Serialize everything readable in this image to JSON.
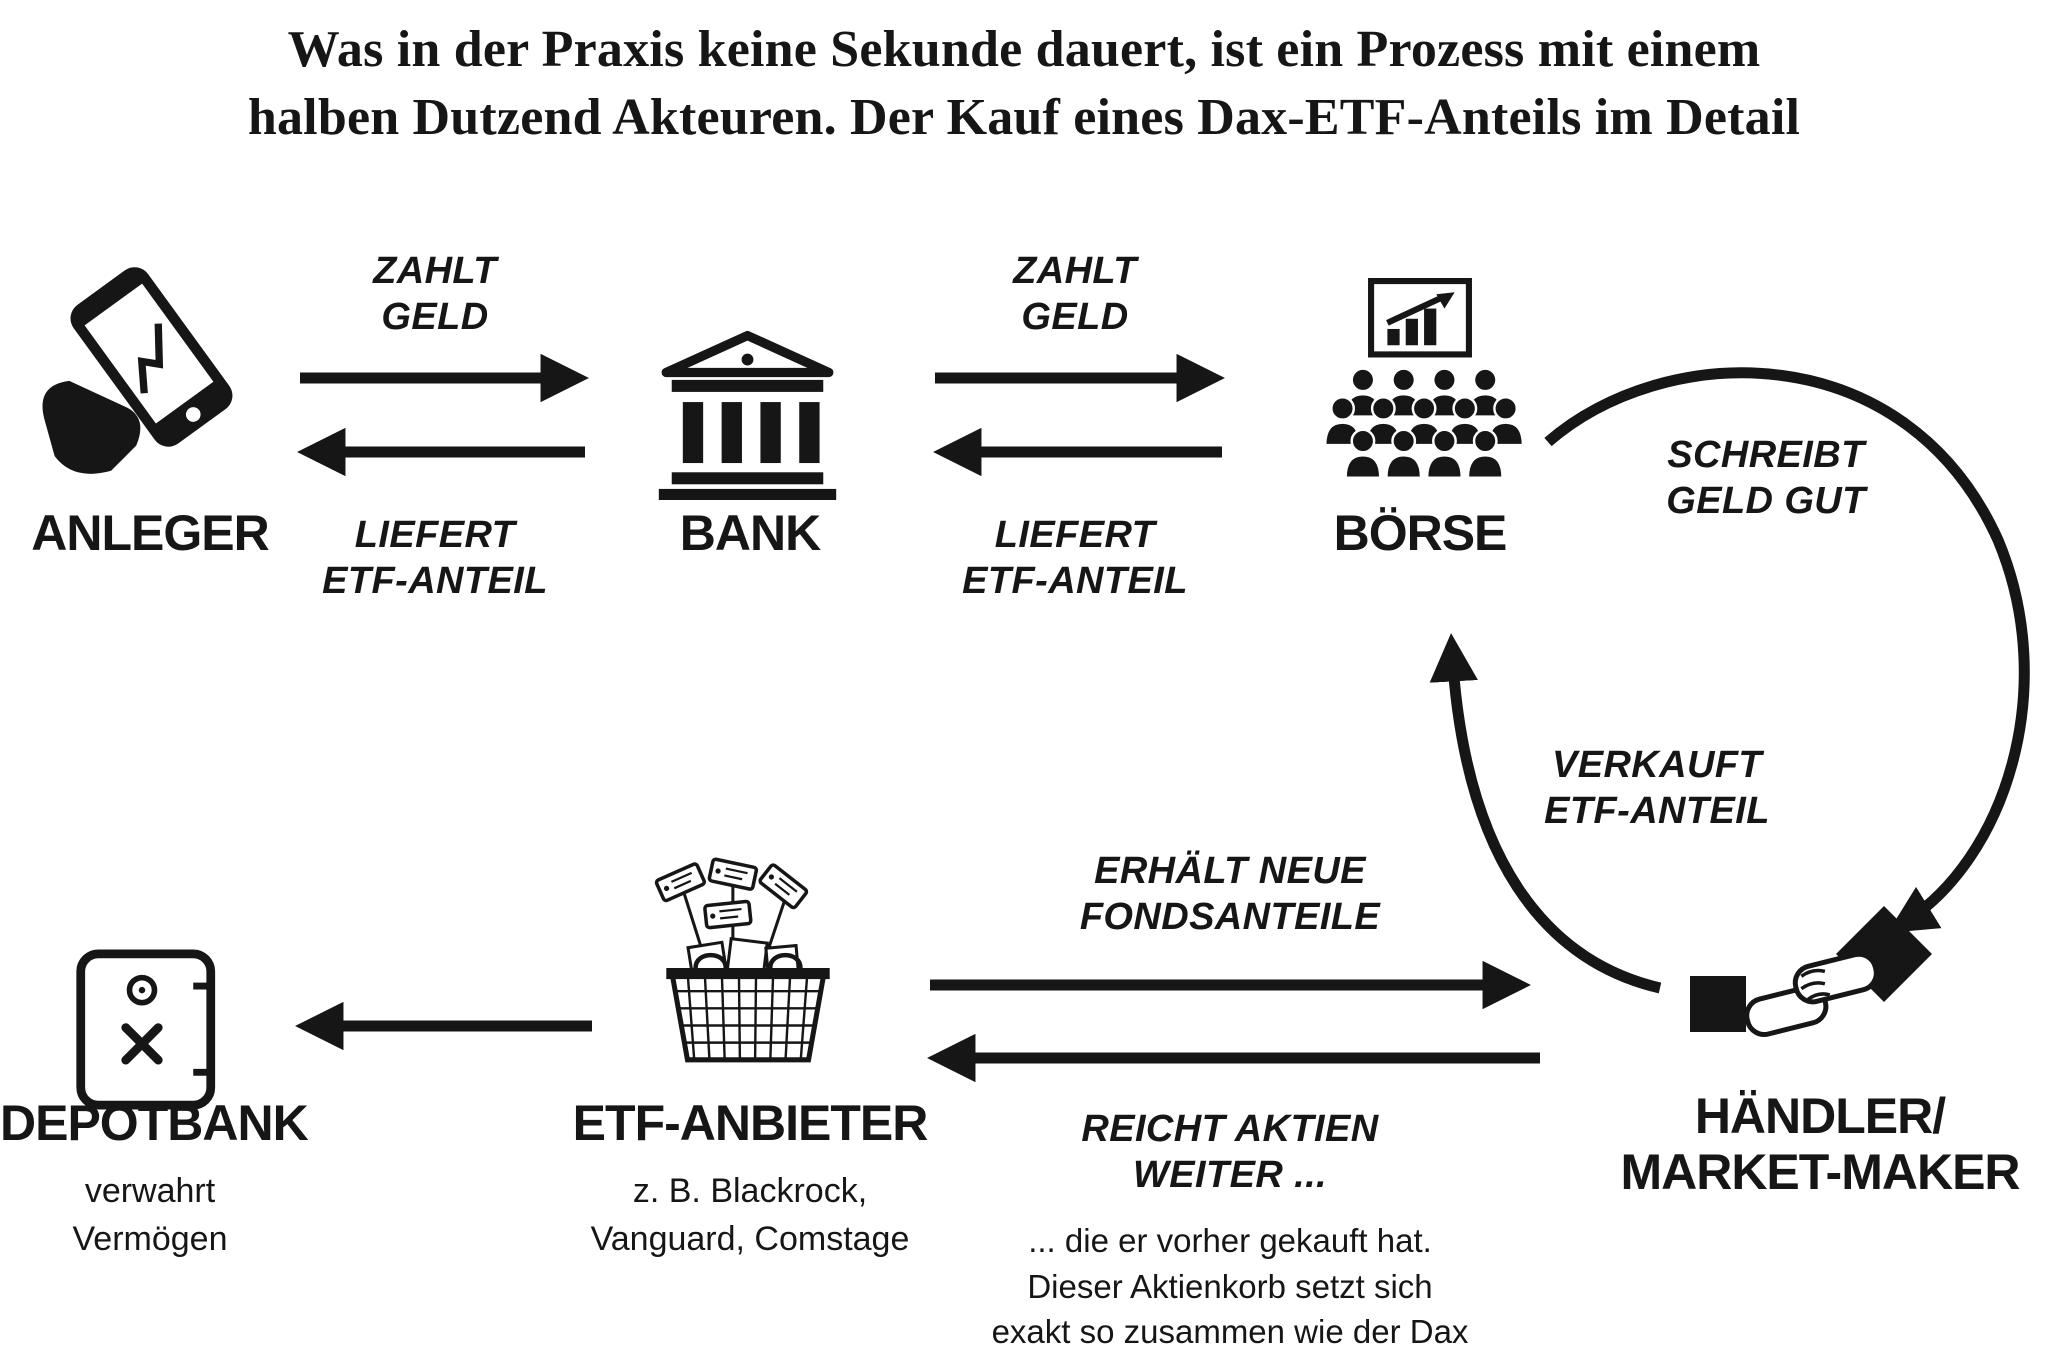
{
  "title": {
    "line1": "Was in der Praxis keine Sekunde dauert, ist ein Prozess mit einem",
    "line2": "halben Dutzend Akteuren. Der Kauf eines Dax-ETF-Anteils im Detail"
  },
  "actors": {
    "anleger": {
      "label": "ANLEGER"
    },
    "bank": {
      "label": "BANK"
    },
    "boerse": {
      "label": "BÖRSE"
    },
    "haendler": {
      "label_line1": "HÄNDLER/",
      "label_line2": "MARKET-MAKER"
    },
    "etf_anbieter": {
      "label": "ETF-ANBIETER",
      "subtitle_line1": "z. B. Blackrock,",
      "subtitle_line2": "Vanguard, Comstage"
    },
    "depotbank": {
      "label": "DEPOTBANK",
      "subtitle_line1": "verwahrt",
      "subtitle_line2": "Vermögen"
    }
  },
  "flows": {
    "zahlt_geld_1": {
      "line1": "ZAHLT",
      "line2": "GELD"
    },
    "liefert_etf_1": {
      "line1": "LIEFERT",
      "line2": "ETF-ANTEIL"
    },
    "zahlt_geld_2": {
      "line1": "ZAHLT",
      "line2": "GELD"
    },
    "liefert_etf_2": {
      "line1": "LIEFERT",
      "line2": "ETF-ANTEIL"
    },
    "schreibt_geld_gut": {
      "line1": "SCHREIBT",
      "line2": "GELD GUT"
    },
    "verkauft_etf": {
      "line1": "VERKAUFT",
      "line2": "ETF-ANTEIL"
    },
    "erhaelt_fondsanteile": {
      "line1": "ERHÄLT NEUE",
      "line2": "FONDSANTEILE"
    },
    "reicht_aktien": {
      "line1": "REICHT AKTIEN",
      "line2": "WEITER ..."
    },
    "reicht_aktien_note": {
      "line1": "... die er vorher gekauft hat.",
      "line2": "Dieser Aktienkorb setzt sich",
      "line3": "exakt so zusammen wie der Dax"
    }
  },
  "colors": {
    "ink": "#161616",
    "background": "#ffffff"
  }
}
